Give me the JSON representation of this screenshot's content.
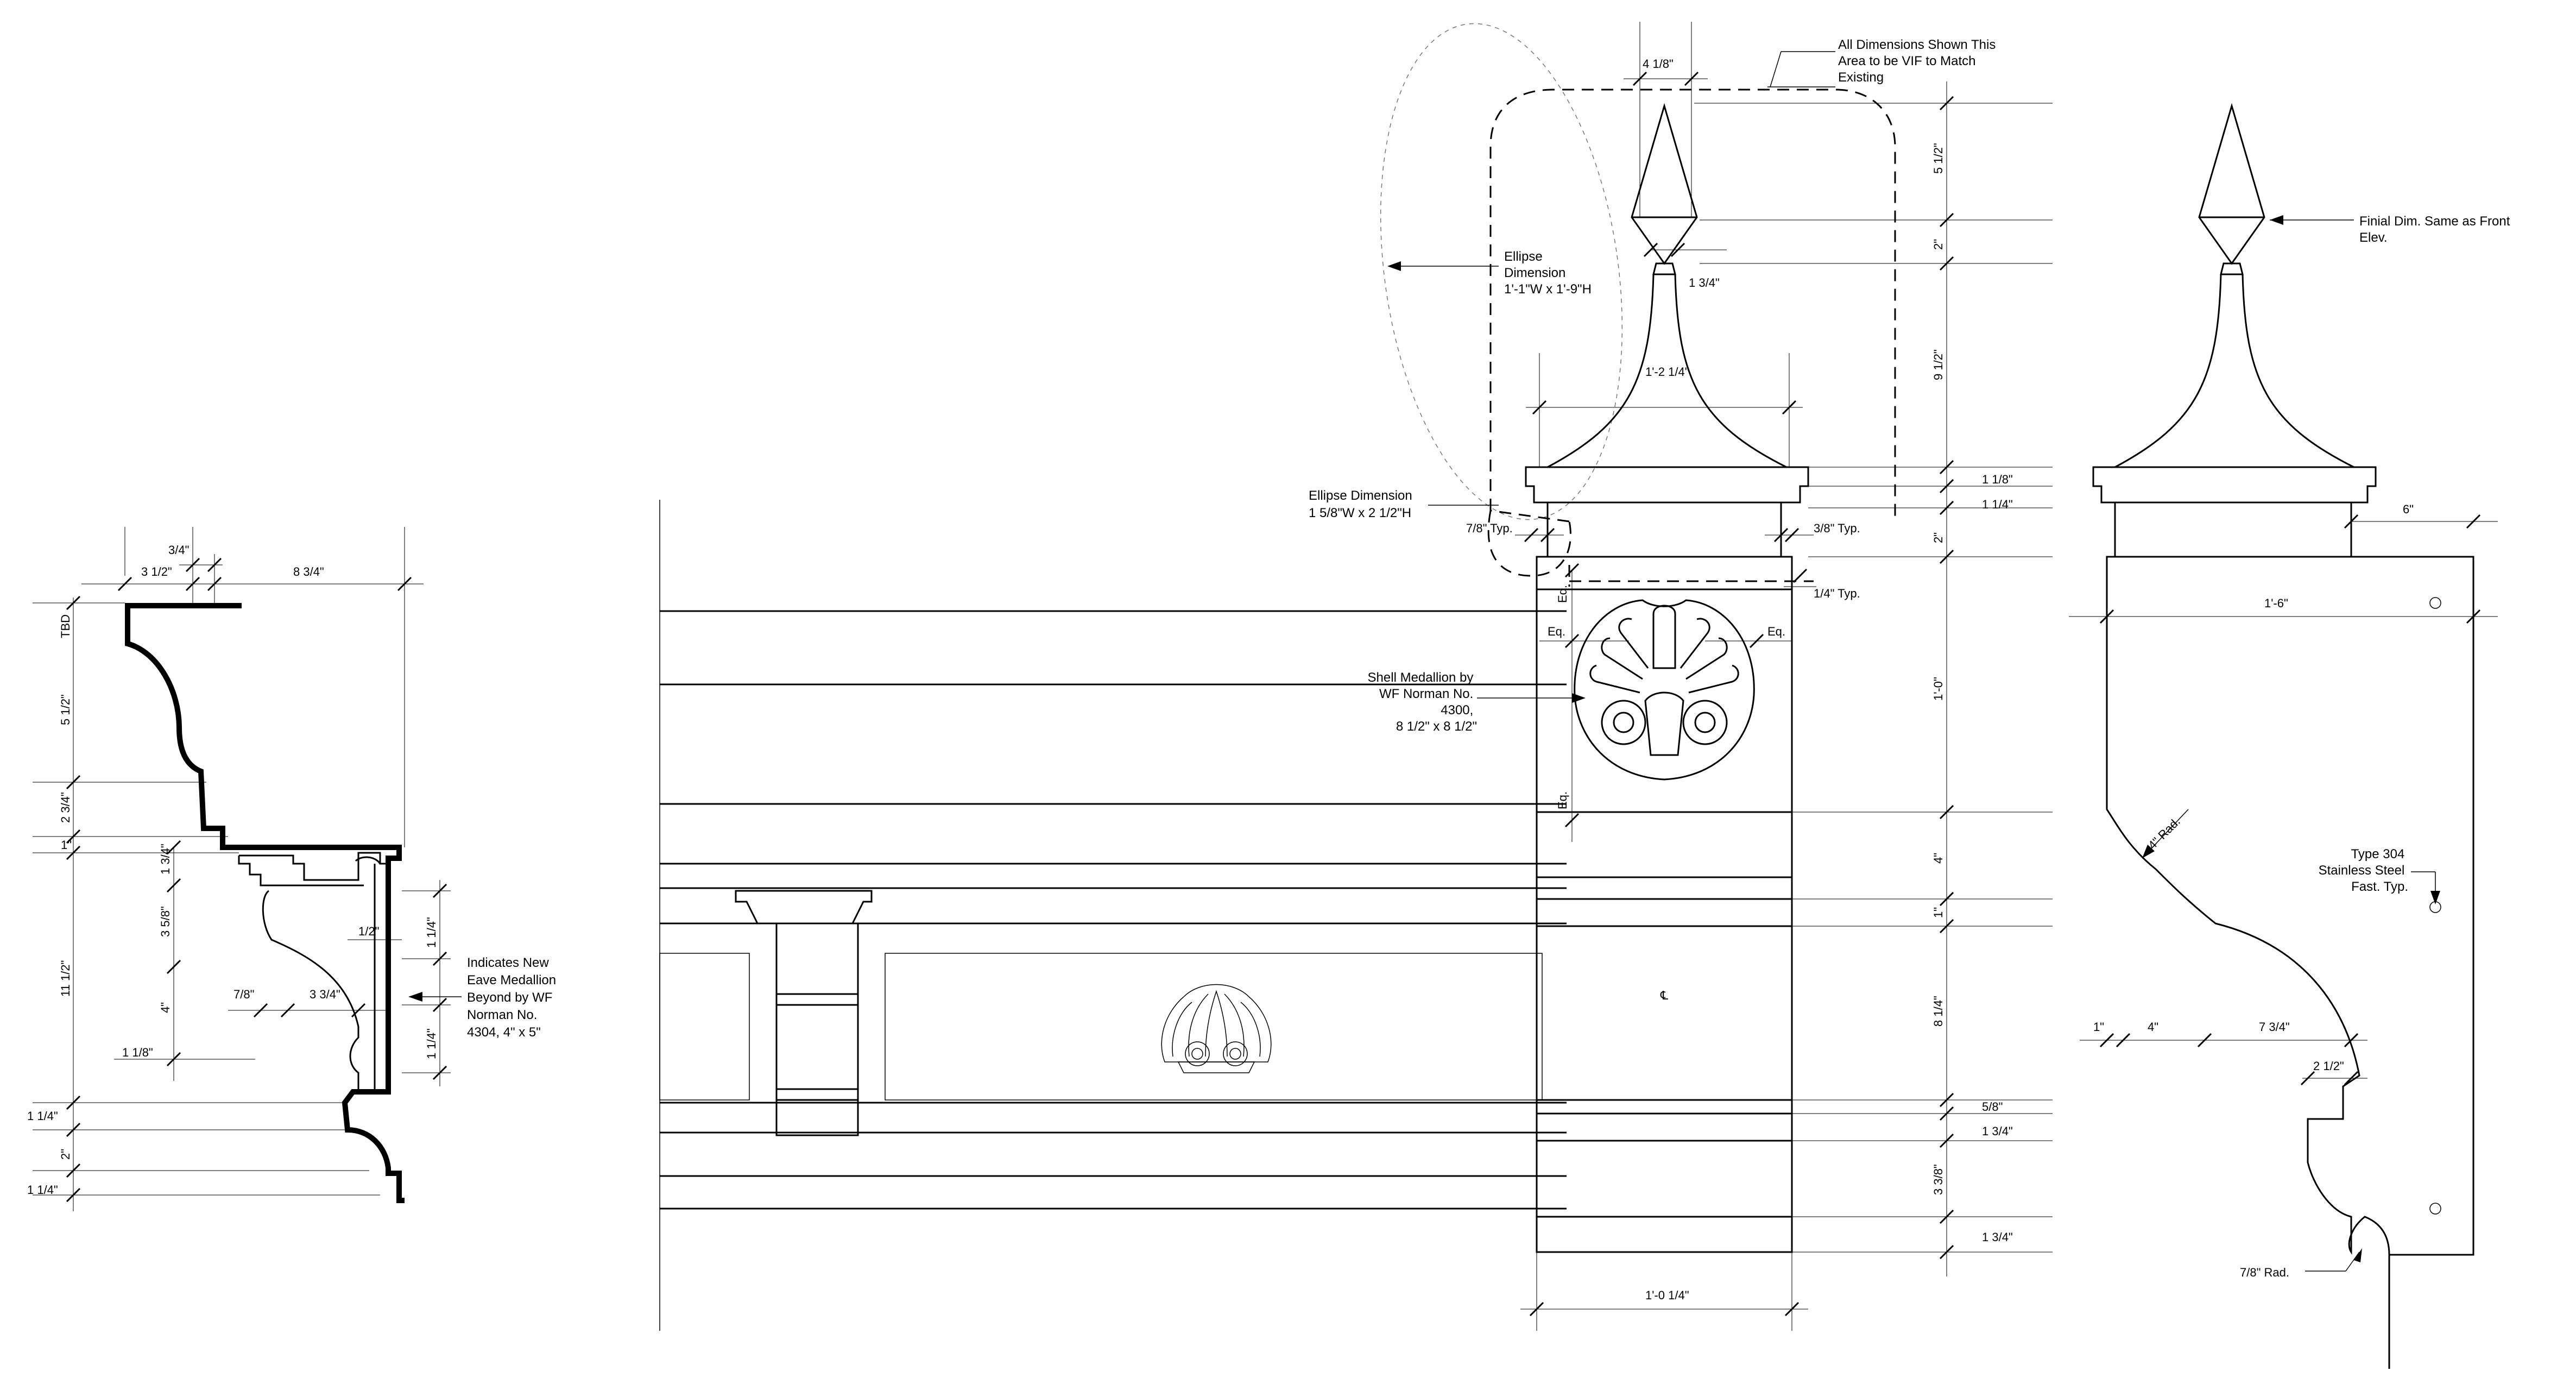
{
  "eave_section": {
    "dims_top": [
      "3/4\"",
      "3 1/2\"",
      "8 3/4\""
    ],
    "dims_left": [
      "TBD",
      "5 1/2\"",
      "2 3/4\"",
      "1\"",
      "11 1/2\"",
      "1 1/4\"",
      "2\"",
      "1 1/4\""
    ],
    "dims_inner": [
      "1 3/4\"",
      "3 5/8\"",
      "4\"",
      "1 1/8\"",
      "7/8\"",
      "3 3/4\"",
      "1/2\"",
      "1 1/4\"",
      "1 1/4\""
    ],
    "note": [
      "Indicates New",
      "Eave Medallion",
      "Beyond by WF",
      "Norman No.",
      "4304, 4\" x 5\""
    ]
  },
  "front_elevation": {
    "notes": {
      "vif": [
        "All Dimensions Shown This",
        "Area to be VIF to Match",
        "Existing"
      ],
      "ellipse_large": [
        "Ellipse",
        "Dimension",
        "1'-1\"W x 1'-9\"H"
      ],
      "ellipse_small": [
        "Ellipse Dimension",
        "1 5/8\"W x 2 1/2\"H"
      ],
      "shell": [
        "Shell Medallion by",
        "WF Norman No.",
        "4300,",
        "8 1/2\" x  8 1/2\""
      ]
    },
    "dims": {
      "top_width": "4 1/8\"",
      "finial_neck": "1 3/4\"",
      "bell_width": "1'-2 1/4\"",
      "typ_left": "7/8\" Typ.",
      "typ_right": "3/8\" Typ.",
      "typ_quarter": "1/4\" Typ.",
      "eq": "Eq.",
      "base_width": "1'-0 1/4\"",
      "centerline": "℄"
    },
    "dims_right": [
      "5 1/2\"",
      "2\"",
      "9 1/2\"",
      "1 1/8\"",
      "1 1/4\"",
      "2\"",
      "1'-0\"",
      "4\"",
      "1\"",
      "8 1/4\"",
      "5/8\"",
      "1 3/4\"",
      "3 3/8\"",
      "1 3/4\""
    ]
  },
  "side_elevation": {
    "notes": {
      "finial": [
        "Finial Dim. Same as Front",
        "Elev."
      ],
      "steel": [
        "Type 304",
        "Stainless Steel",
        "Fast. Typ."
      ]
    },
    "dims": {
      "top_offset": "6\"",
      "body_width": "1'-6\"",
      "radius_four": "4\" Rad.",
      "radius_small": "7/8\" Rad.",
      "bottom_one": "1\"",
      "bottom_four": "4\"",
      "bottom_seven": "7 3/4\"",
      "bottom_two": "2 1/2\""
    }
  }
}
